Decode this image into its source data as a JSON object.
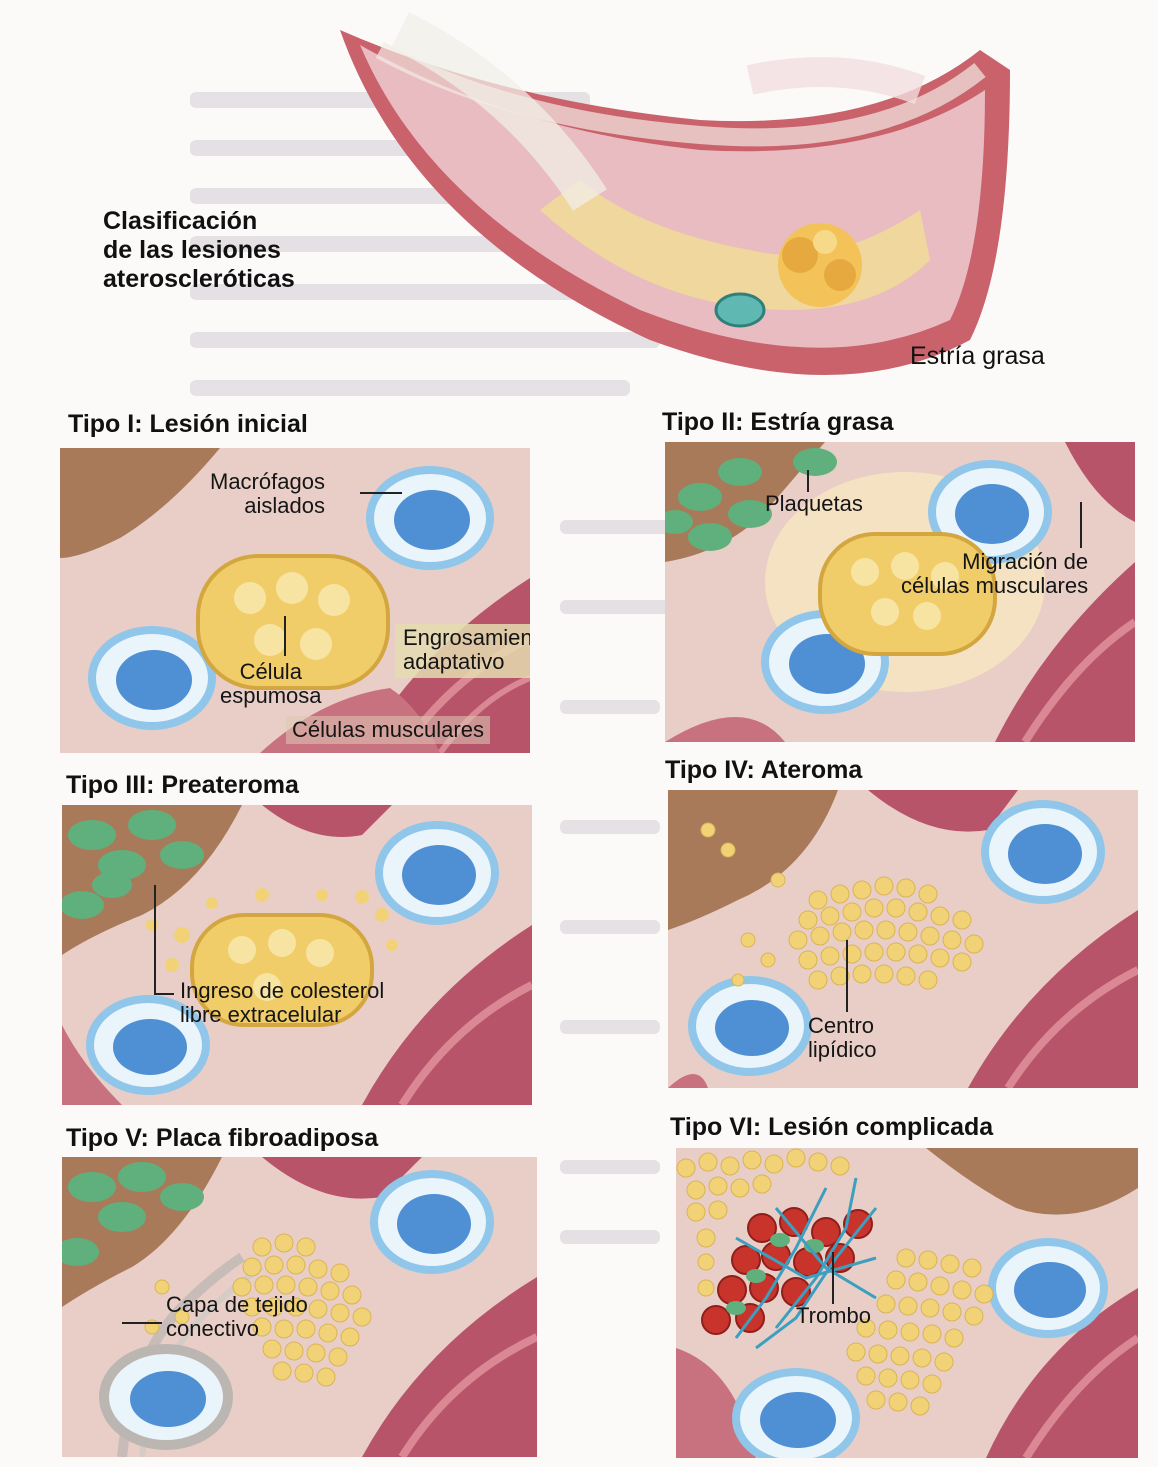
{
  "figure": {
    "title_lines": [
      "Clasificación",
      "de las lesiones",
      "ateroscleróticas"
    ],
    "hero_label": "Estría grasa"
  },
  "panels": [
    {
      "title": "Tipo I: Lesión inicial",
      "labels": {
        "macrophages": [
          "Macrófagos",
          "aislados"
        ],
        "foam_cell": [
          "Célula",
          "espumosa"
        ],
        "thickening": [
          "Engrosamiento",
          "adaptativo"
        ],
        "muscle": "Células musculares"
      }
    },
    {
      "title": "Tipo II: Estría grasa",
      "labels": {
        "platelets": "Plaquetas",
        "migration": [
          "Migración de",
          "células musculares"
        ]
      }
    },
    {
      "title": "Tipo III: Preateroma",
      "labels": {
        "cholesterol": [
          "Ingreso de colesterol",
          "libre extracelular"
        ]
      }
    },
    {
      "title": "Tipo IV: Ateroma",
      "labels": {
        "lipid_core": [
          "Centro",
          "lipídico"
        ]
      }
    },
    {
      "title": "Tipo V: Placa fibroadiposa",
      "labels": {
        "tissue_layer": [
          "Capa de tejido",
          "conectivo"
        ]
      }
    },
    {
      "title": "Tipo VI: Lesión complicada",
      "labels": {
        "thrombus": "Trombo"
      }
    }
  ],
  "colors": {
    "tissue": "#e7c8c0",
    "muscle": "#b8546a",
    "adventitia": "#a87a5a",
    "macrophage": "#4f8fd4",
    "foam_cell": "#f0cd68",
    "lipid": "#f1d277",
    "platelet": "#5fb07c",
    "thrombus": "#c8342c",
    "fibrin": "#3c9fbf"
  }
}
